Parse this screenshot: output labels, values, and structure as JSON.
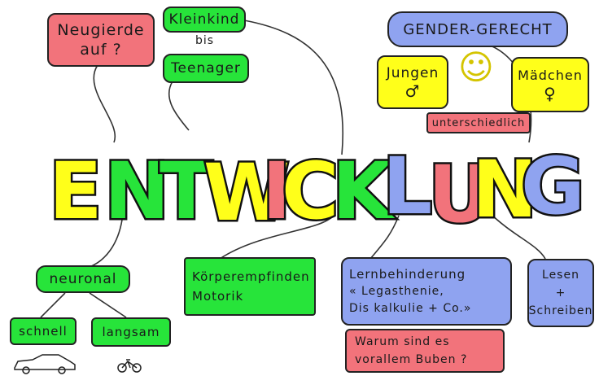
{
  "title": {
    "letters": [
      {
        "ch": "E",
        "color": "#ffff1a"
      },
      {
        "ch": "N",
        "color": "#27e43a"
      },
      {
        "ch": "T",
        "color": "#27e43a"
      },
      {
        "ch": "W",
        "color": "#ffff1a"
      },
      {
        "ch": "I",
        "color": "#f2737b"
      },
      {
        "ch": "C",
        "color": "#ffff1a"
      },
      {
        "ch": "K",
        "color": "#27e43a"
      },
      {
        "ch": "L",
        "color": "#8fa3f0"
      },
      {
        "ch": "U",
        "color": "#f2737b"
      },
      {
        "ch": "N",
        "color": "#ffff1a"
      },
      {
        "ch": "G",
        "color": "#8fa3f0"
      }
    ]
  },
  "nodes": {
    "neugierde": {
      "line1": "Neugierde",
      "line2": "auf ?"
    },
    "kleinkind": "Kleinkind",
    "bis": "bis",
    "teenager": "Teenager",
    "gender": "GENDER-GERECHT",
    "jungen": "Jungen",
    "jungen_symbol": "♂",
    "smiley": "☺",
    "maedchen": "Mädchen",
    "maedchen_symbol": "♀",
    "unterschiedlich": "unterschiedlich",
    "neuronal": "neuronal",
    "schnell": "schnell",
    "langsam": "langsam",
    "koerper": {
      "line1": "Körperempfinden",
      "line2": "Motorik"
    },
    "lernbehinderung": {
      "line1": "Lernbehinderung",
      "line2": "« Legasthenie,",
      "line3": "Dis kalkulie + Co.»"
    },
    "lesen": {
      "line1": "Lesen",
      "line2": "+",
      "line3": "Schreiben"
    },
    "warum": {
      "line1": "Warum sind es",
      "line2": "vorallem Buben ?"
    }
  },
  "colors": {
    "red": "#f2737b",
    "green": "#27e43a",
    "yellow": "#ffff1a",
    "blue": "#8fa3f0",
    "outline": "#222222"
  },
  "icons": [
    "car-icon",
    "bicycle-icon"
  ]
}
